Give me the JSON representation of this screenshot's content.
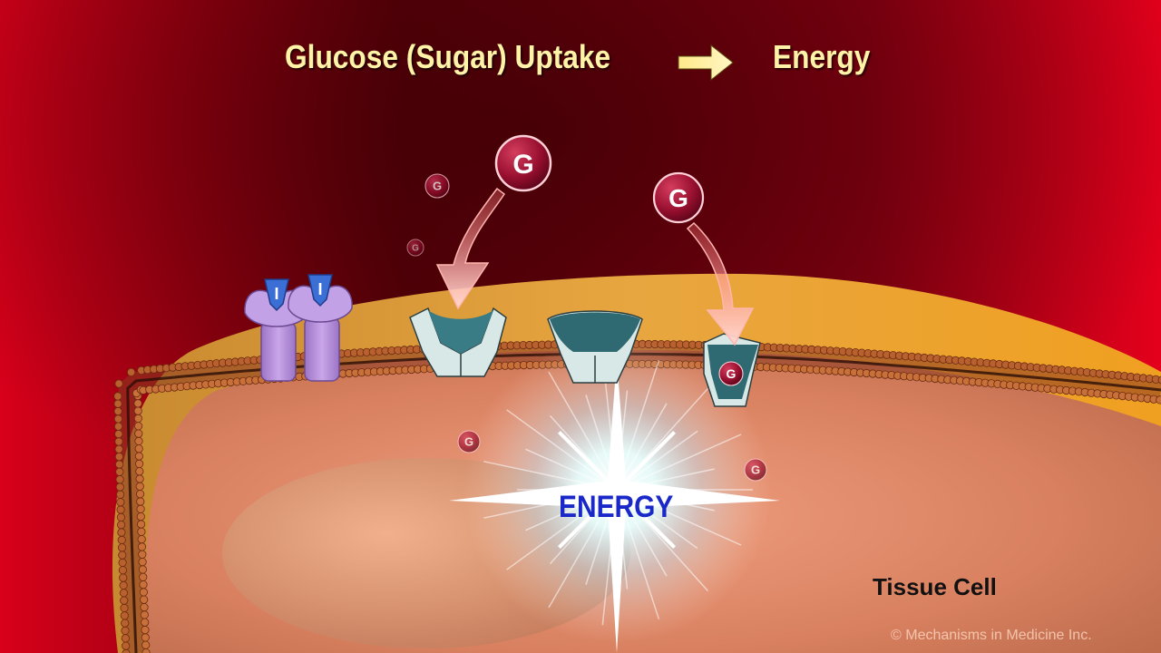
{
  "title": {
    "left": "Glucose (Sugar) Uptake",
    "right": "Energy"
  },
  "molecules": {
    "glucose_letter": "G",
    "insulin_letter": "I"
  },
  "energy_label": "ENERGY",
  "cell_label": "Tissue Cell",
  "copyright": "© Mechanisms in Medicine Inc.",
  "colors": {
    "background": "#8b0010",
    "title_text": "#fff3a8",
    "energy_text": "#1a27c9",
    "glucose": "#9a1030",
    "transporter": "#2f6a73",
    "insulin_receptor": "#b48fd6",
    "cell_interior": "#d9846a"
  }
}
